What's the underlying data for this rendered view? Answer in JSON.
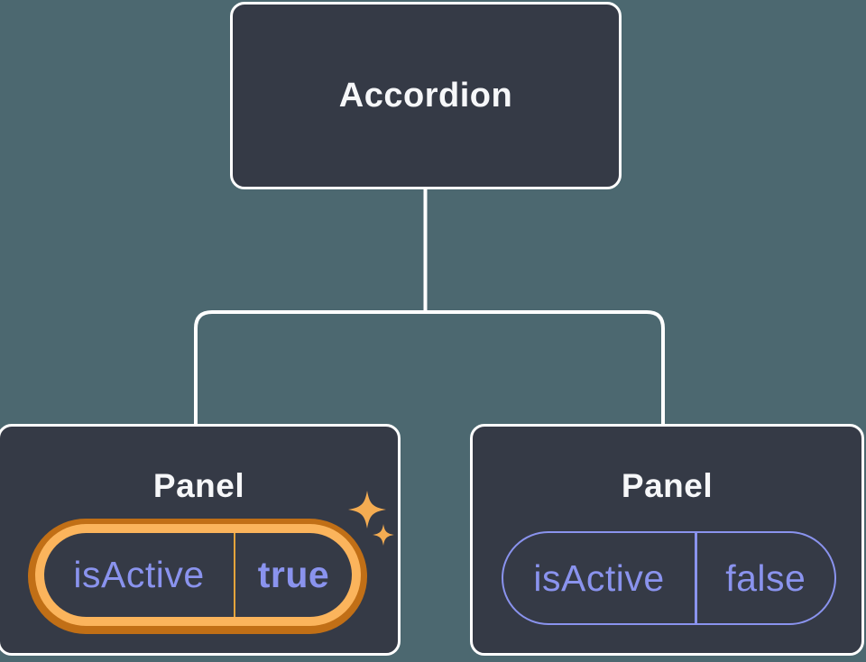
{
  "colors": {
    "canvas-bg": "#4C6870",
    "node-bg": "#353A46",
    "node-border": "#FFFFFF",
    "connector": "#FFFFFF",
    "heading-text": "#F6F7F9",
    "state-purple": "#8A93EE",
    "highlight-ring-outer": "#C16F16",
    "highlight-ring-inner": "#FBB45C",
    "highlight-divider": "#E5A43B",
    "sparkle": "#F4AC52"
  },
  "tree": {
    "root": {
      "label": "Accordion"
    },
    "children": [
      {
        "label": "Panel",
        "state": {
          "key": "isActive",
          "value": "true"
        },
        "highlighted": true,
        "icon": "sparkles-icon"
      },
      {
        "label": "Panel",
        "state": {
          "key": "isActive",
          "value": "false"
        },
        "highlighted": false
      }
    ]
  }
}
